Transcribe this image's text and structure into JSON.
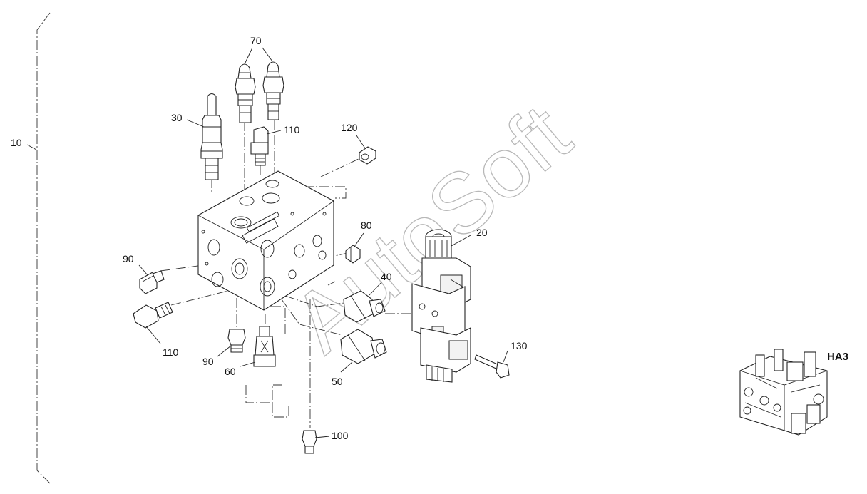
{
  "labels": {
    "l10": "10",
    "l20": "20",
    "l30": "30",
    "l40": "40",
    "l50": "50",
    "l60": "60",
    "l70": "70",
    "l80": "80",
    "l90a": "90",
    "l90b": "90",
    "l100": "100",
    "l110a": "110",
    "l110b": "110",
    "l120": "120",
    "l130": "130"
  },
  "thumbnail": {
    "label": "HA3"
  },
  "watermark": {
    "text": "AutoSoft"
  }
}
